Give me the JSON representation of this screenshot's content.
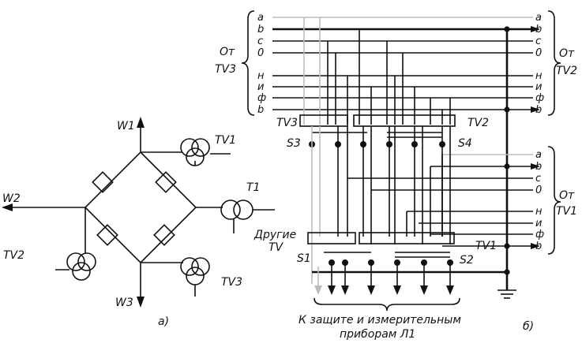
{
  "panel_a": {
    "caption": "а)",
    "feeders": {
      "w1": "W1",
      "w2": "W2",
      "w3": "W3"
    },
    "transformers": {
      "tv1": "TV1",
      "tv2": "TV2",
      "tv3": "TV3",
      "t1": "T1"
    },
    "other_tv": [
      "Другие",
      "TV"
    ]
  },
  "panel_b": {
    "caption": "б)",
    "left_bus_group": {
      "prefix": "От",
      "name": "TV3",
      "wires": [
        "a",
        "b",
        "c",
        "0",
        "н",
        "и",
        "ф",
        "b"
      ]
    },
    "right_bus_group": {
      "prefix": "От",
      "name": "TV2",
      "wires": [
        "a",
        "b",
        "c",
        "0",
        "н",
        "и",
        "ф",
        "b"
      ]
    },
    "lower_bus_group": {
      "prefix": "От",
      "name": "TV1",
      "wires": [
        "a",
        "b",
        "c",
        "0",
        "н",
        "и",
        "ф",
        "b"
      ]
    },
    "switches": {
      "s1": "S1",
      "s2": "S2",
      "s3": "S3",
      "s4": "S4"
    },
    "block_labels": {
      "tv3": "TV3",
      "tv2": "TV2",
      "tv1": "TV1"
    },
    "outputs_caption": [
      "К защите и измерительным",
      "приборам Л1"
    ]
  }
}
